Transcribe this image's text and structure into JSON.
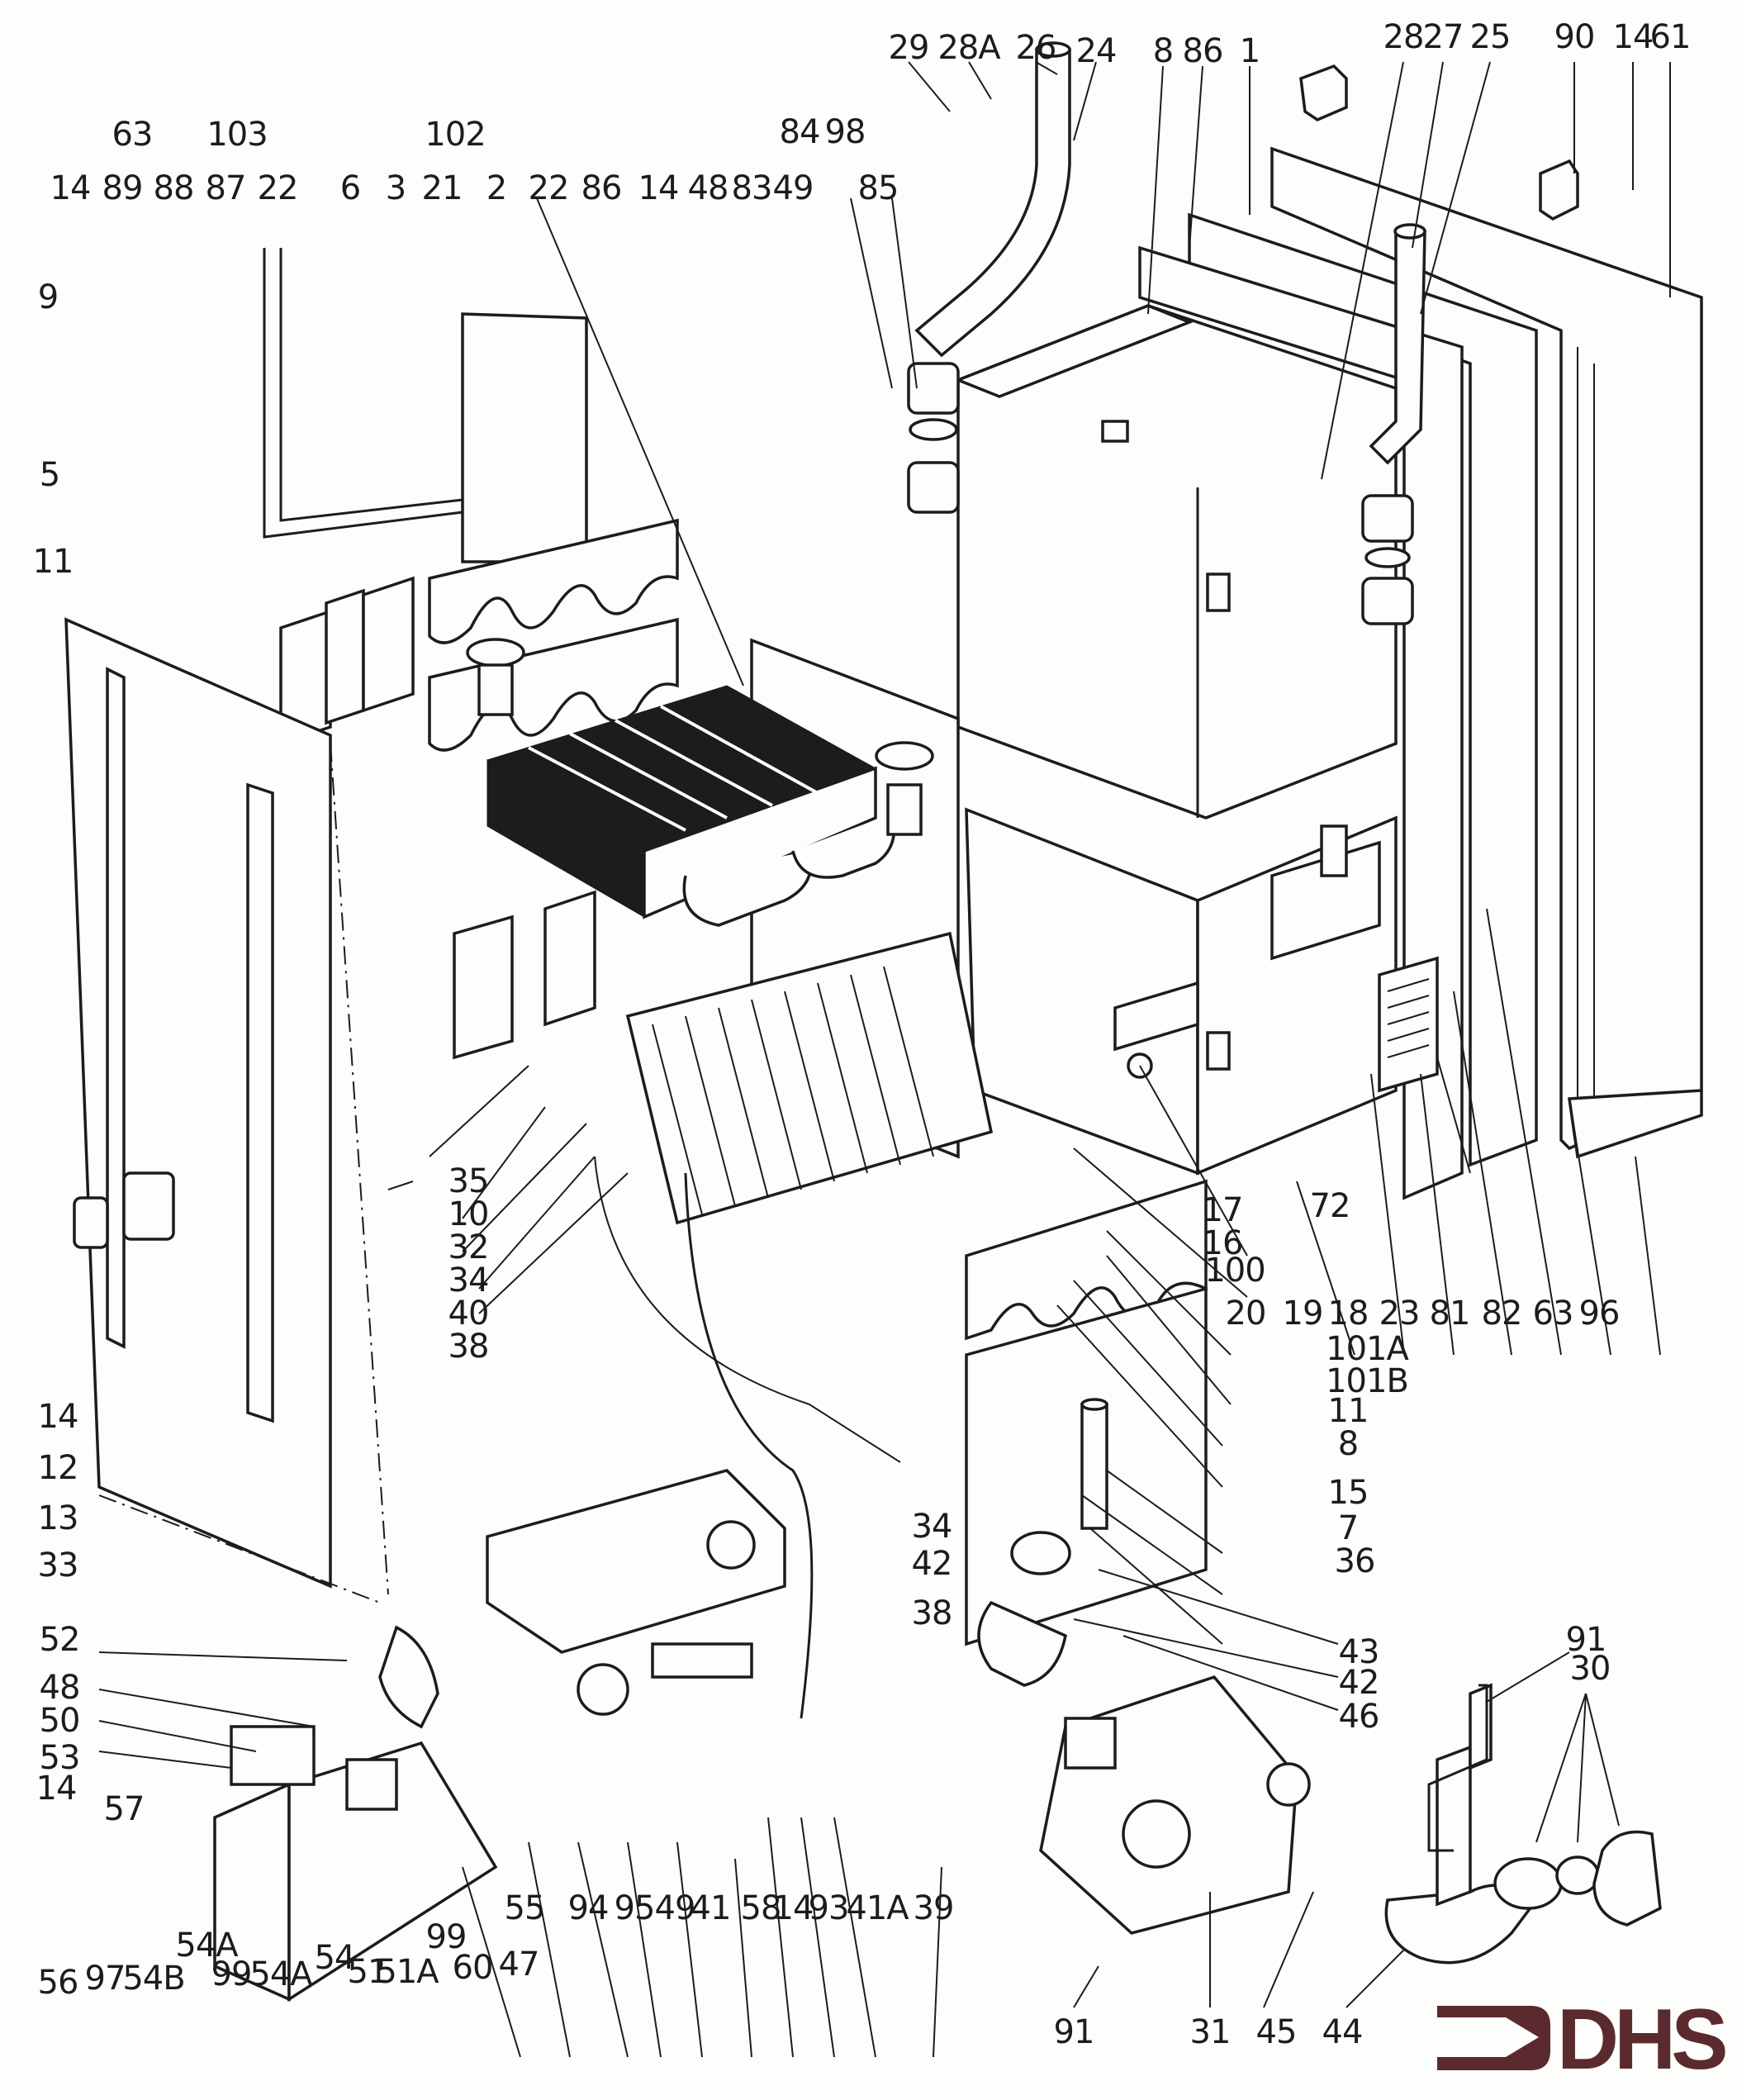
{
  "diagram": {
    "title": "Boiler exploded parts diagram",
    "brand": {
      "logo_text": "DHS",
      "color": "#5a2a2e"
    },
    "labels": {
      "top": [
        "29",
        "28A",
        "26",
        "24",
        "8",
        "86",
        "1",
        "28",
        "27",
        "25",
        "90",
        "14",
        "61"
      ],
      "upper_left_row1": [
        "63",
        "103",
        "102"
      ],
      "upper_left_row2": [
        "14",
        "89",
        "88",
        "87",
        "22",
        "6",
        "3",
        "21",
        "2",
        "22",
        "86",
        "14",
        "48",
        "83",
        "49",
        "85"
      ],
      "upper_mid": [
        "84",
        "98"
      ],
      "left_column": [
        "9",
        "5",
        "11"
      ],
      "left_lower": [
        "14",
        "12",
        "13",
        "33"
      ],
      "burner_column": [
        "35",
        "10",
        "32",
        "34",
        "40",
        "38"
      ],
      "right_column_a": [
        "17",
        "16",
        "100"
      ],
      "right_row": [
        "20",
        "19",
        "18",
        "23",
        "81",
        "82",
        "63",
        "96"
      ],
      "right_label_72": "72",
      "right_column_b": [
        "101A",
        "101B",
        "11",
        "8",
        "15",
        "7",
        "36"
      ],
      "valve_column": [
        "34",
        "42",
        "38"
      ],
      "valve_right": [
        "43",
        "42",
        "46"
      ],
      "pipe_right": [
        "91",
        "30"
      ],
      "control_box_left": [
        "52",
        "48",
        "50",
        "53",
        "14",
        "57"
      ],
      "bottom_row_mid": [
        "55",
        "94",
        "95",
        "49",
        "41",
        "58",
        "14",
        "93",
        "41A",
        "39"
      ],
      "bottom_row_right": [
        "91",
        "31",
        "45",
        "44"
      ],
      "bottom_upper": [
        "54A",
        "54",
        "99"
      ],
      "bottom_row_left": [
        "56",
        "97",
        "54B",
        "99",
        "54A",
        "51",
        "51A",
        "60",
        "47"
      ]
    }
  }
}
